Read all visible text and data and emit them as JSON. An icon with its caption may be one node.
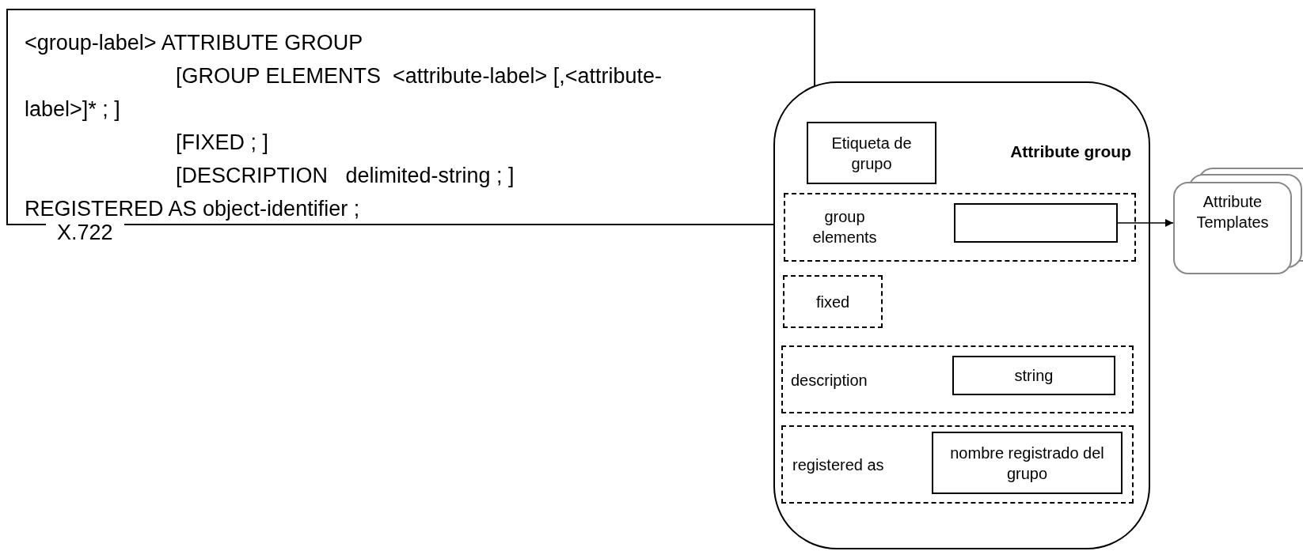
{
  "diagram": {
    "nodes": [
      {
        "text": [
          "<group-label> ATTRIBUTE GROUP",
          "[GROUP ELEMENTS  <attribute-label> [,<attribute-label>]* ; ]",
          "[FIXED ; ]",
          "[DESCRIPTION   delimited-string ; ]",
          "REGISTERED AS object-identifier ;",
          "X.722"
        ]
      },
      {
        "text": [
          "Attribute group"
        ]
      },
      {
        "text": [
          "Etiqueta de grupo"
        ],
        "in": 1
      },
      {
        "text": [
          "group elements"
        ],
        "in": 1
      },
      {
        "text": [],
        "shape": "box",
        "in": 3
      },
      {
        "text": [
          "fixed"
        ],
        "in": 1
      },
      {
        "text": [
          "description"
        ],
        "in": 1
      },
      {
        "text": [
          "string"
        ],
        "in": 6
      },
      {
        "text": [
          "registered as"
        ],
        "in": 1
      },
      {
        "text": [
          "nombre registrado del grupo"
        ],
        "in": 8
      },
      {
        "text": [
          "Attribute Templates"
        ]
      }
    ],
    "edges": [
      {
        "from": 4,
        "to": 10,
        "arrow": "to"
      }
    ]
  }
}
